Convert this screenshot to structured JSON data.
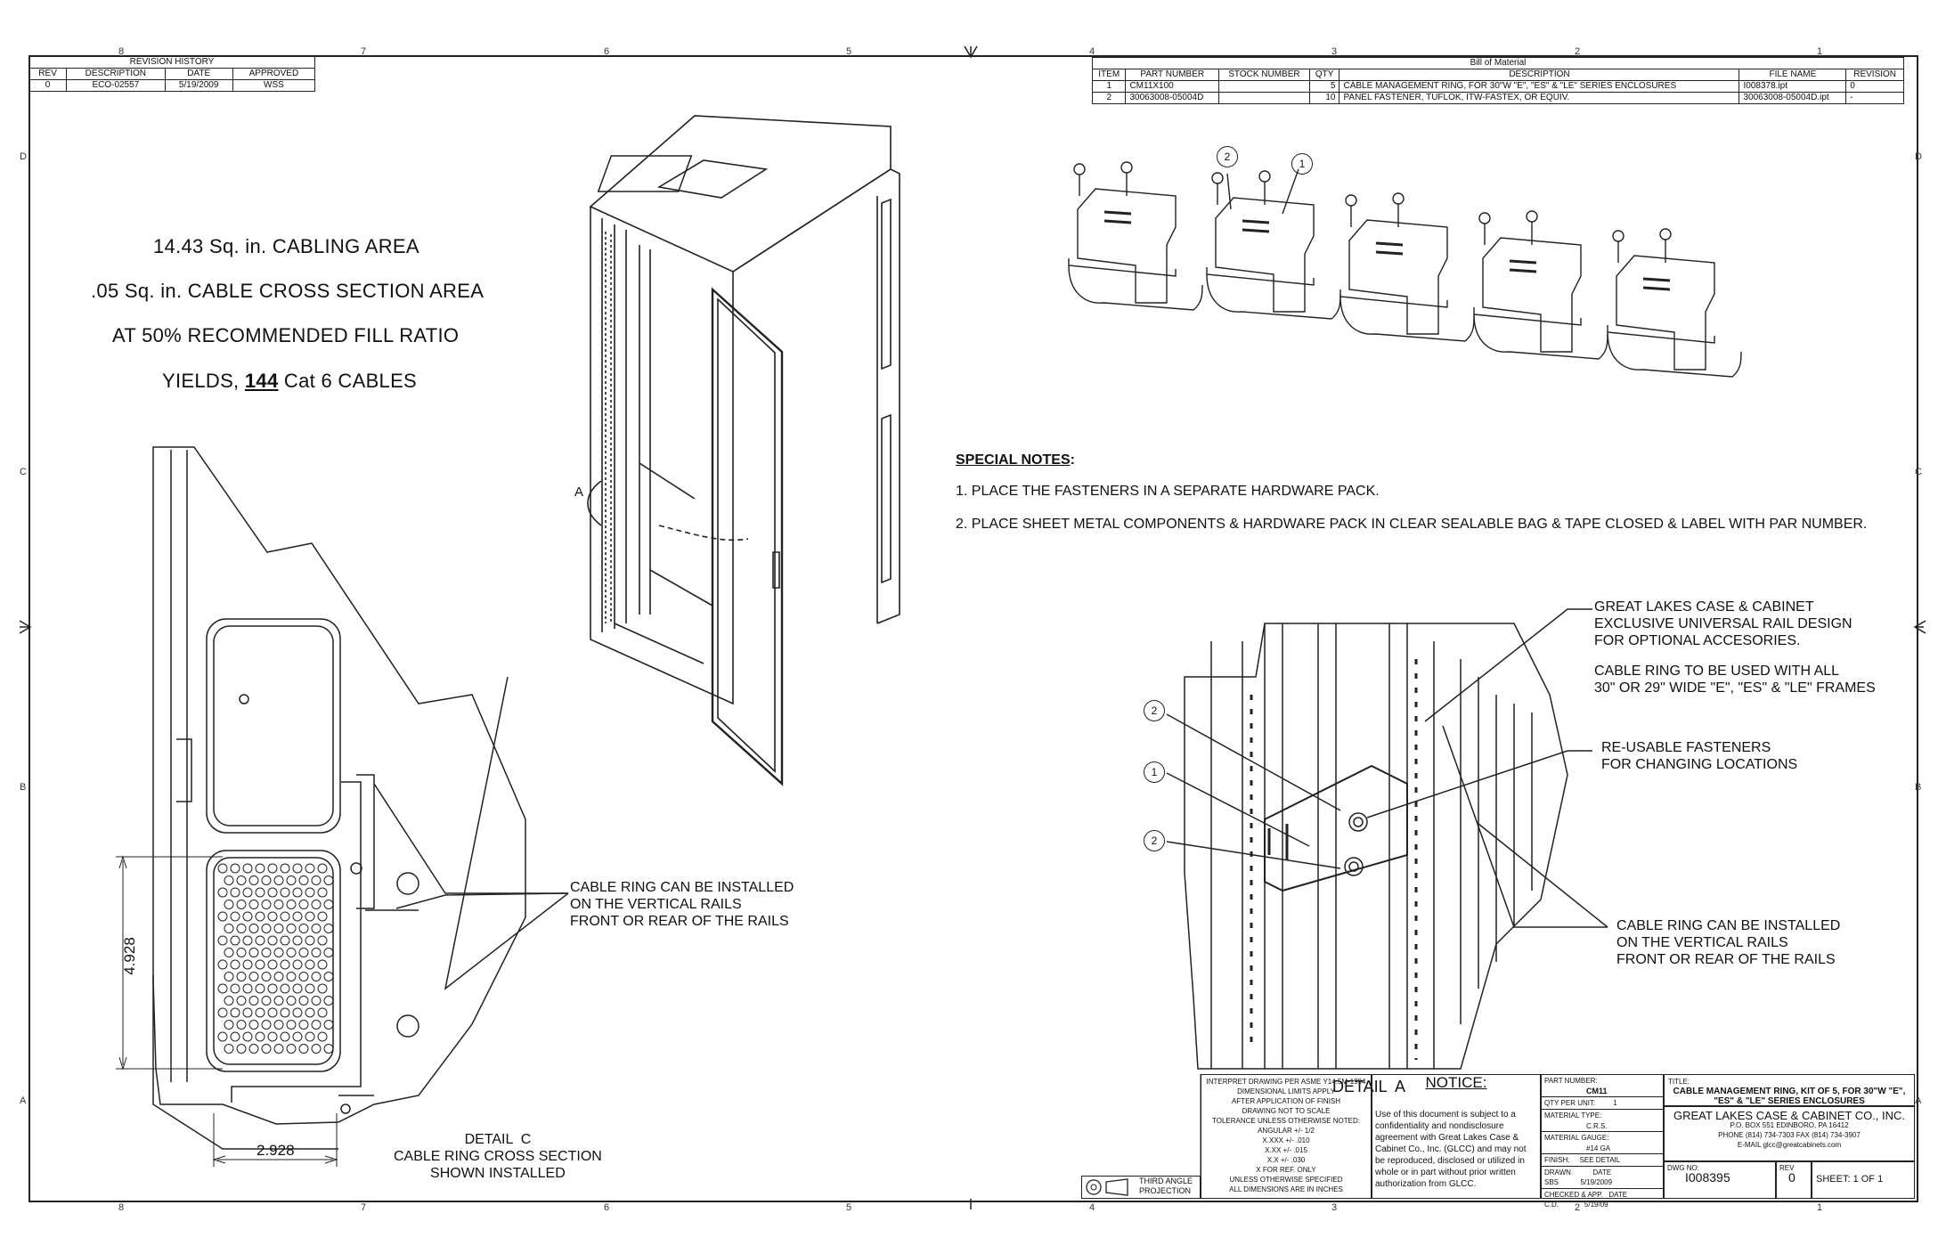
{
  "zones": {
    "top": [
      "8",
      "7",
      "6",
      "5",
      "4",
      "3",
      "2",
      "1"
    ],
    "side": [
      "D",
      "C",
      "B",
      "A"
    ]
  },
  "revision_history": {
    "title": "REVISION HISTORY",
    "headers": [
      "REV",
      "DESCRIPTION",
      "DATE",
      "APPROVED"
    ],
    "rows": [
      [
        "0",
        "ECO-02557",
        "5/19/2009",
        "WSS"
      ]
    ]
  },
  "bom": {
    "title": "Bill of Material",
    "headers": [
      "ITEM",
      "PART NUMBER",
      "STOCK NUMBER",
      "QTY",
      "DESCRIPTION",
      "FILE NAME",
      "REVISION"
    ],
    "rows": [
      [
        "1",
        "CM11X100",
        "",
        "5",
        "CABLE MANAGEMENT RING, FOR 30\"W \"E\", \"ES\" & \"LE\" SERIES ENCLOSURES",
        "I008378.ipt",
        "0"
      ],
      [
        "2",
        "30063008-05004D",
        "",
        "10",
        "PANEL FASTENER, TUFLOK, ITW-FASTEX, OR EQUIV.",
        "30063008-05004D.ipt",
        "-"
      ]
    ]
  },
  "cabling": {
    "line1": "14.43 Sq. in. CABLING AREA",
    "line2": ".05 Sq. in. CABLE CROSS SECTION AREA",
    "line3": "AT 50% RECOMMENDED FILL RATIO",
    "line4_pre": "YIELDS, ",
    "line4_num": "144",
    "line4_post": " Cat 6 CABLES"
  },
  "special_notes": {
    "heading": "SPECIAL NOTES",
    "colon": ":",
    "note1": "1.  PLACE THE FASTENERS IN A SEPARATE HARDWARE PACK.",
    "note2": "2.  PLACE SHEET METAL COMPONENTS & HARDWARE PACK IN CLEAR SEALABLE BAG & TAPE CLOSED & LABEL WITH PAR NUMBER."
  },
  "callouts": {
    "glcc_rail": "GREAT LAKES CASE & CABINET\nEXCLUSIVE UNIVERSAL RAIL DESIGN\nFOR OPTIONAL ACCESORIES.",
    "ring_frames": "CABLE RING TO BE USED WITH ALL\n30\" OR 29\" WIDE \"E\", \"ES\" & \"LE\" FRAMES",
    "fasteners": "RE-USABLE FASTENERS\nFOR CHANGING LOCATIONS",
    "ring_rails_right": "CABLE RING CAN BE INSTALLED\nON THE VERTICAL RAILS\nFRONT OR REAR OF THE RAILS",
    "ring_rails_left": "CABLE RING CAN BE INSTALLED\nON THE VERTICAL RAILS\nFRONT OR REAR OF THE RAILS",
    "detail_c": "DETAIL  C\nCABLE RING CROSS SECTION\nSHOWN INSTALLED",
    "detail_a": "DETAIL  A",
    "dim_vertical": "4.928",
    "dim_horizontal": "2.928",
    "view_a": "A"
  },
  "balloons": {
    "top1": "1",
    "top2": "2",
    "d2a": "2",
    "d1": "1",
    "d2b": "2"
  },
  "title_block": {
    "interpret": "INTERPRET DRAWING PER ASME Y14.5M-1994",
    "dim_limits": "DIMENSIONAL LIMITS APPLY",
    "after_finish": "AFTER APPLICATION OF FINISH",
    "no_scale": "DRAWING NOT TO SCALE",
    "tolerance": "TOLERANCE UNLESS OTHERWISE NOTED:",
    "angular": "ANGULAR +/- 1/2",
    "xxxx": "X.XXX +/- .010",
    "xxx": "X.XX +/- .015",
    "xx": "X.X +/- .030",
    "ref": "X FOR REF. ONLY",
    "units1": "UNLESS OTHERWISE SPECIFIED",
    "units2": "ALL DIMENSIONS ARE IN INCHES",
    "projection": "THIRD ANGLE\nPROJECTION",
    "notice_title": "NOTICE:",
    "notice_body": "Use of this document is subject to a confidentiality and nondisclosure agreement with Great Lakes Case & Cabinet Co., Inc. (GLCC) and may not be reproduced, disclosed or utilized in whole or in part without prior written authorization from GLCC.",
    "part_number_label": "PART NUMBER:",
    "part_number": "CM11",
    "qty_label": "QTY PER UNIT:",
    "qty": "1",
    "material_type_label": "MATERIAL TYPE:",
    "material_type": "C.R.S.",
    "material_gauge_label": "MATERIAL GAUGE:",
    "material_gauge": "#14 GA",
    "finish_label": "FINISH:",
    "finish": "SEE DETAIL",
    "drawn_label": "DRAWN",
    "drawn_by": "SBS",
    "drawn_date_label": "DATE",
    "drawn_date": "5/19/2009",
    "checked_label": "CHECKED & APP.",
    "checked_by": "C.D.",
    "checked_date_label": "DATE",
    "checked_date": "5/19/09",
    "title_label": "TITLE:",
    "title": "CABLE MANAGEMENT RING, KIT OF 5, FOR 30\"W \"E\", \"ES\" & \"LE\" SERIES ENCLOSURES",
    "company": "GREAT LAKES CASE & CABINET CO., INC.",
    "address": "P.O. BOX 551 EDINBORO, PA 16412",
    "phone": "PHONE (814) 734-7303  FAX (814) 734-3907",
    "email": "E-MAIL glcc@greatcabinets.com",
    "dwg_no_label": "DWG NO:",
    "dwg_no": "I008395",
    "rev_label": "REV",
    "rev": "0",
    "sheet": "SHEET:  1  OF  1"
  }
}
